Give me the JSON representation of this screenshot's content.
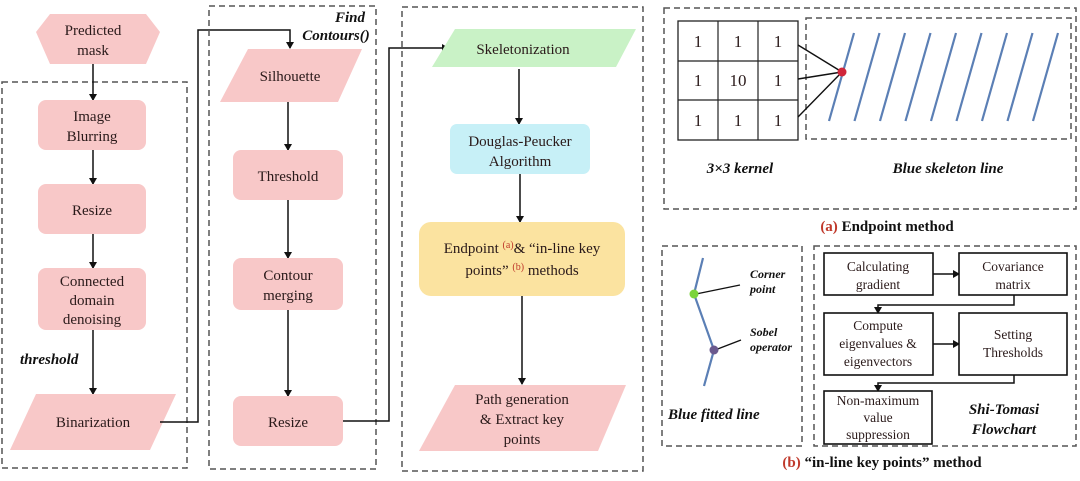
{
  "column1": {
    "start": [
      "Predicted",
      "mask"
    ],
    "steps": [
      {
        "lines": [
          "Image",
          "Blurring"
        ]
      },
      {
        "lines": [
          "Resize"
        ]
      },
      {
        "lines": [
          "Connected",
          "domain",
          "denoising"
        ]
      }
    ],
    "edge_label": "threshold",
    "output": [
      "Binarization"
    ]
  },
  "column2": {
    "group_label": [
      "Find",
      "Contours()"
    ],
    "input": [
      "Silhouette"
    ],
    "steps": [
      {
        "lines": [
          "Threshold"
        ]
      },
      {
        "lines": [
          "Contour",
          "merging"
        ]
      },
      {
        "lines": [
          "Resize"
        ]
      }
    ]
  },
  "column3": {
    "input": [
      "Skeletonization"
    ],
    "dp": [
      "Douglas-Peucker",
      "Algorithm"
    ],
    "methods": {
      "line1_a": "Endpoint ",
      "sup_a": "(a)",
      "line1_b": "& “in-line key",
      "line2_a": "points” ",
      "sup_b": "(b)",
      "line2_b": " methods"
    },
    "output": [
      "Path generation",
      "& Extract key",
      "points"
    ]
  },
  "panel_a": {
    "kernel": [
      [
        "1",
        "1",
        "1"
      ],
      [
        "1",
        "10",
        "1"
      ],
      [
        "1",
        "1",
        "1"
      ]
    ],
    "kernel_label": "3×3 kernel",
    "skeleton_label": "Blue skeleton line",
    "caption_tag": "(a)",
    "caption": " Endpoint method"
  },
  "panel_b": {
    "corner_label": [
      "Corner",
      "point"
    ],
    "sobel_label": [
      "Sobel",
      "operator"
    ],
    "fitted_label": "Blue fitted line",
    "flow": {
      "calc": [
        "Calculating",
        "gradient"
      ],
      "cov": [
        "Covariance",
        "matrix"
      ],
      "eig": [
        "Compute",
        "eigenvalues &",
        "eigenvectors"
      ],
      "thr": [
        "Setting",
        "Thresholds"
      ],
      "nms": [
        "Non-maximum",
        "value",
        "suppression"
      ]
    },
    "flow_title": [
      "Shi-Tomasi",
      "Flowchart"
    ],
    "caption_tag": "(b)",
    "caption": " “in-line key points” method"
  },
  "colors": {
    "pink": "#f8c8c8",
    "green": "#c9f2c6",
    "cyan": "#c7f0f7",
    "yellow": "#fbe3a0",
    "skeleton_blue": "#5b7fb5",
    "endpoint_red": "#d0263a",
    "corner_green": "#7bd43c",
    "sobel_purple": "#6b5a8e",
    "caption_red": "#c0392b"
  }
}
